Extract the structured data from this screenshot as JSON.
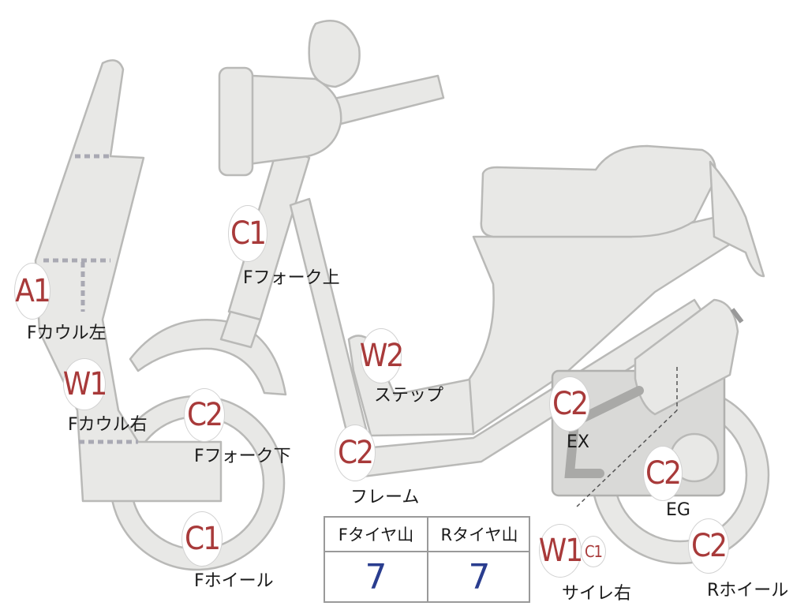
{
  "markers": [
    {
      "id": "a1",
      "code": "A1",
      "part": "Fカウル左"
    },
    {
      "id": "w1-fcowl",
      "code": "W1",
      "part": "Fカウル右"
    },
    {
      "id": "c1-ffork",
      "code": "C1",
      "part": "Fフォーク上"
    },
    {
      "id": "c2-ffork",
      "code": "C2",
      "part": "Fフォーク下"
    },
    {
      "id": "c1-fwheel",
      "code": "C1",
      "part": "Fホイール"
    },
    {
      "id": "w2-step",
      "code": "W2",
      "part": "ステップ"
    },
    {
      "id": "c2-frame",
      "code": "C2",
      "part": "フレーム"
    },
    {
      "id": "c2-ex",
      "code": "C2",
      "part": "EX"
    },
    {
      "id": "c2-eg",
      "code": "C2",
      "part": "EG"
    },
    {
      "id": "w1-siren",
      "code": "W1",
      "sub_code": "C1",
      "part": "サイレ右"
    },
    {
      "id": "c2-rwheel",
      "code": "C2",
      "part": "Rホイール"
    }
  ],
  "tread_table": {
    "headers": [
      "Fタイヤ山",
      "Rタイヤ山"
    ],
    "values": [
      "7",
      "7"
    ]
  },
  "colors": {
    "body_fill": "#e8e8e6",
    "outline": "#b9b9b7",
    "marker_text": "#a83a3a",
    "tread_value": "#2a3d8f"
  }
}
